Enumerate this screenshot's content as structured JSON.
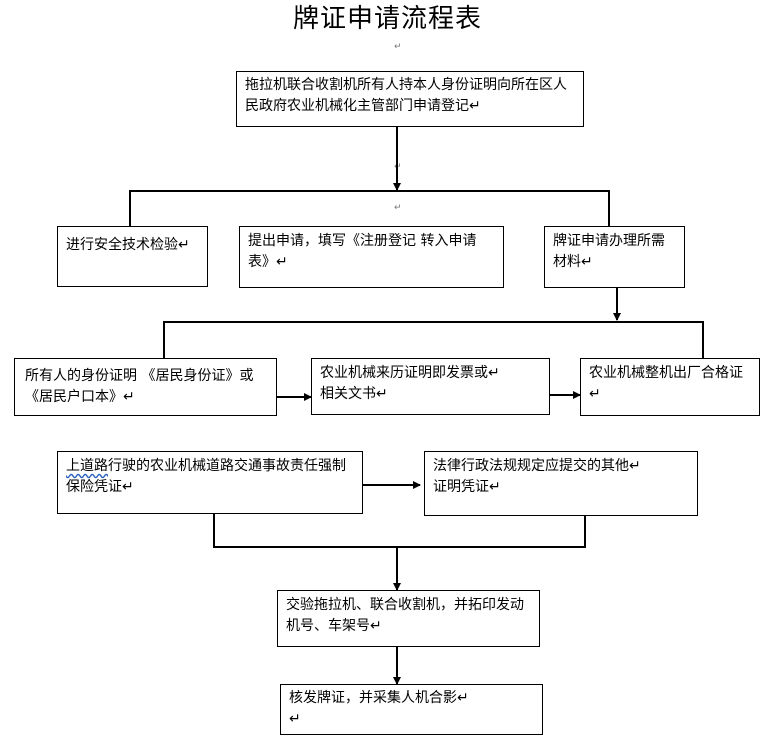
{
  "title": "牌证申请流程表",
  "return_mark": "↵",
  "boxes": {
    "register": "拖拉机联合收割机所有人持本人身份证明向所在区人民政府农业机械化主管部门申请登记↵",
    "safety_check": "进行安全技术检验↵",
    "apply_form": "提出申请，填写《注册登记  转入申请表》↵",
    "materials": "牌证申请办理所需材料↵",
    "id_proof": "所有人的身份证明 《居民身份证》或《居民户口本》↵",
    "origin_proof": "农业机械来历证明即发票或↵\n相关文书↵",
    "factory_cert": "农业机械整机出厂合格证↵",
    "insurance_prefix": "上道路",
    "insurance_rest": "行驶的农业机械道路交通事故责任强制保险凭证↵",
    "other_docs": "法律行政法规规定应提交的其他↵\n证明凭证↵",
    "inspect": "交验拖拉机、联合收割机，并拓印发动机号、车架号↵",
    "issue": "核发牌证，并采集人机合影↵\n↵"
  }
}
